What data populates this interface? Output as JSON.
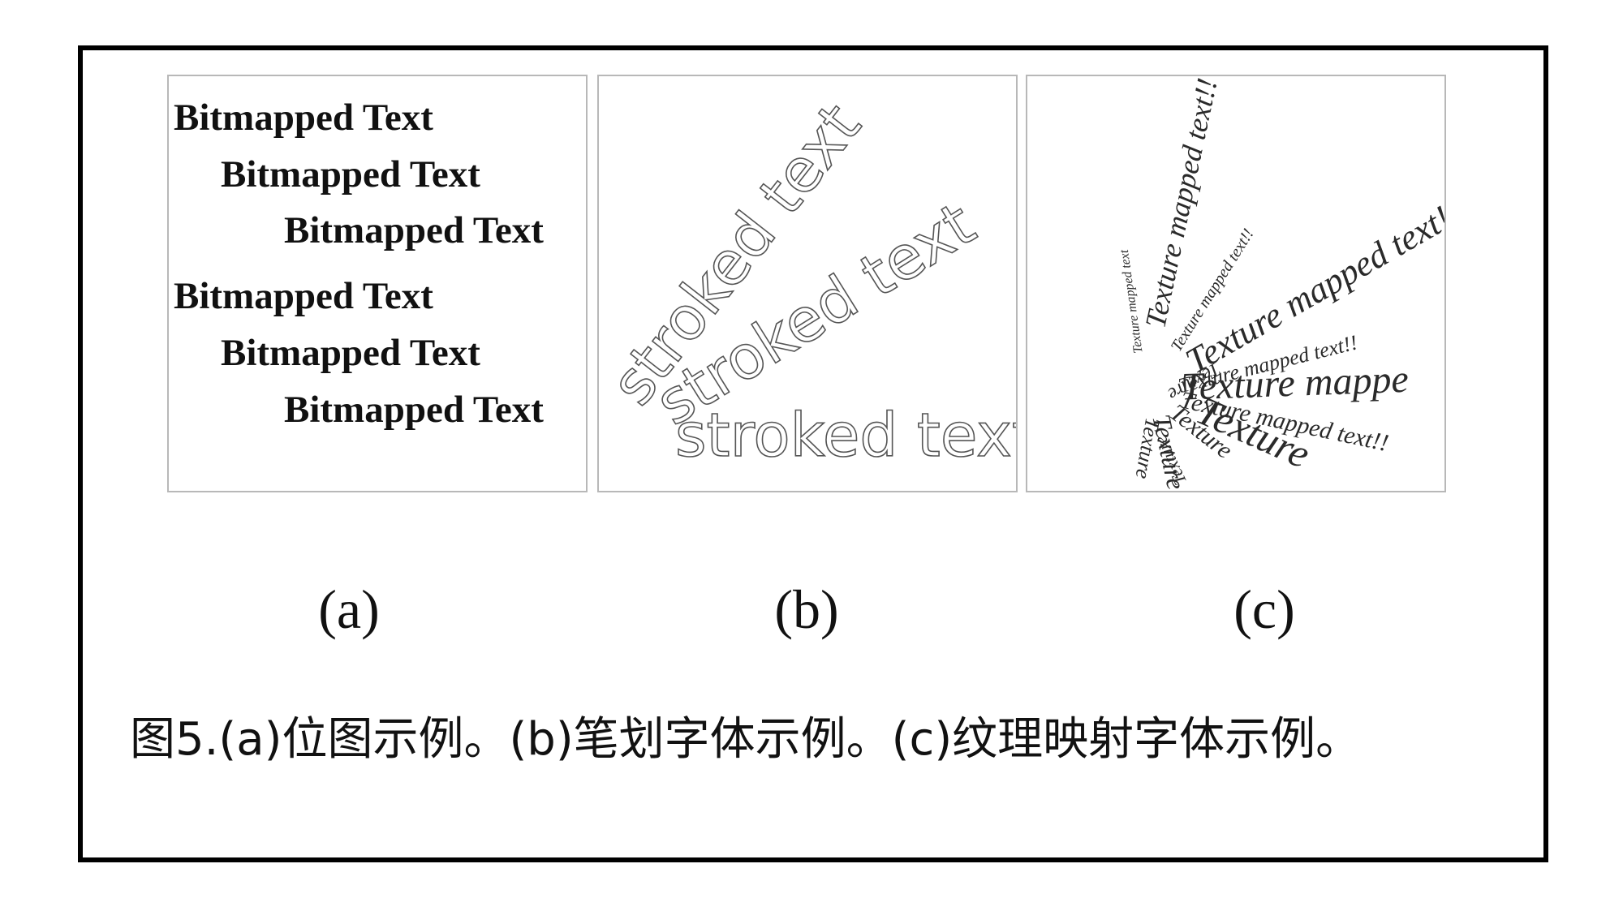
{
  "panels": {
    "a": {
      "lines": [
        "Bitmapped Text",
        "Bitmapped Text",
        "Bitmapped Text",
        "Bitmapped Text",
        "Bitmapped Text",
        "Bitmapped Text"
      ],
      "label": "(a)"
    },
    "b": {
      "lines": [
        "stroked text",
        "stroked text",
        "stroked text"
      ],
      "label": "(b)"
    },
    "c": {
      "phrases": [
        "Texture mapped text!!",
        "Texture mapped text!!",
        "Texture mapped text!!",
        "Texture mapped text!!",
        "Texture mappe",
        "Texture mapped text!!",
        "Texture",
        "Texture",
        "Texture",
        "Texture",
        "Texture",
        "Texture",
        "Texture mapped text"
      ],
      "label": "(c)"
    }
  },
  "caption": "图5.(a)位图示例。(b)笔划字体示例。(c)纹理映射字体示例。"
}
